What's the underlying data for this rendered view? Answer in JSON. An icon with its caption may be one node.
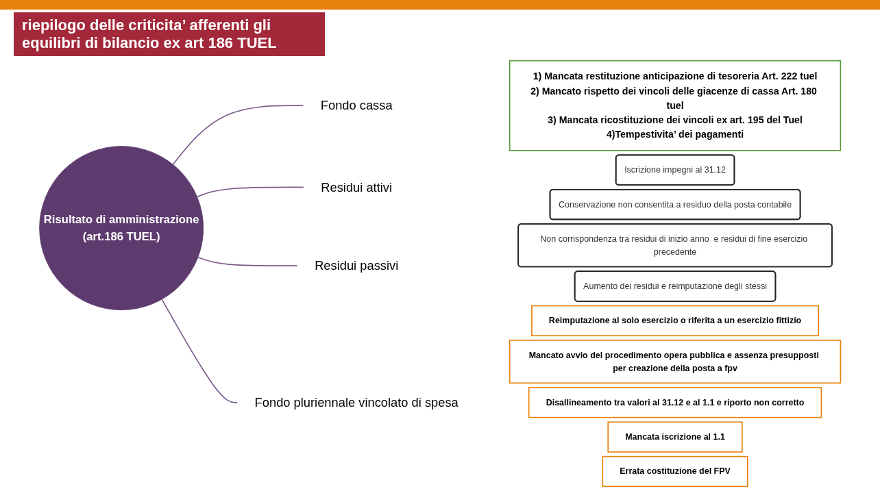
{
  "diagram": {
    "title": "riepilogo delle criticita’ afferenti gli equilibri di bilancio ex art 186 TUEL",
    "nodes": [
      {
        "text": [
          "Risultato di amministrazione",
          "(art.186 TUEL)"
        ]
      },
      {
        "text": [
          "Fondo cassa"
        ]
      },
      {
        "text": [
          "Residui attivi"
        ]
      },
      {
        "text": [
          "Residui passivi"
        ]
      },
      {
        "text": [
          "Fondo pluriennale vincolato di spesa"
        ]
      },
      {
        "text": [
          "1) Mancata restituzione anticipazione di tesoreria Art. 222 tuel",
          "2) Mancato rispetto dei vincoli delle giacenze di cassa Art. 180 tuel",
          "3) Mancata ricostituzione dei vincoli ex art. 195 del Tuel",
          "4)Tempestivita’ dei pagamenti"
        ]
      },
      {
        "text": [
          "Iscrizione impegni al 31.12"
        ]
      },
      {
        "text": [
          "Conservazione non consentita a residuo della posta contabile"
        ]
      },
      {
        "text": [
          "Non corrispondenza tra residui di inizio anno  e residui di fine esercizio precedente"
        ]
      },
      {
        "text": [
          "Aumento dei residui e reimputazione degli stessi"
        ]
      },
      {
        "text": [
          "Reimputazione al solo esercizio o riferita a un esercizio fittizio"
        ]
      },
      {
        "text": [
          "Mancato avvio del procedimento opera pubblica e assenza presupposti per creazione della posta a fpv"
        ]
      },
      {
        "text": [
          "Disallineamento tra valori al 31.12 e al 1.1 e riporto non corretto"
        ]
      },
      {
        "text": [
          "Mancata iscrizione al 1.1"
        ]
      },
      {
        "text": [
          "Errata costituzione del FPV"
        ]
      }
    ],
    "edges": [
      {
        "from": 0,
        "to": 1,
        "arrow": "none"
      },
      {
        "from": 0,
        "to": 2,
        "arrow": "none"
      },
      {
        "from": 0,
        "to": 3,
        "arrow": "none"
      },
      {
        "from": 0,
        "to": 4,
        "arrow": "none"
      }
    ]
  }
}
